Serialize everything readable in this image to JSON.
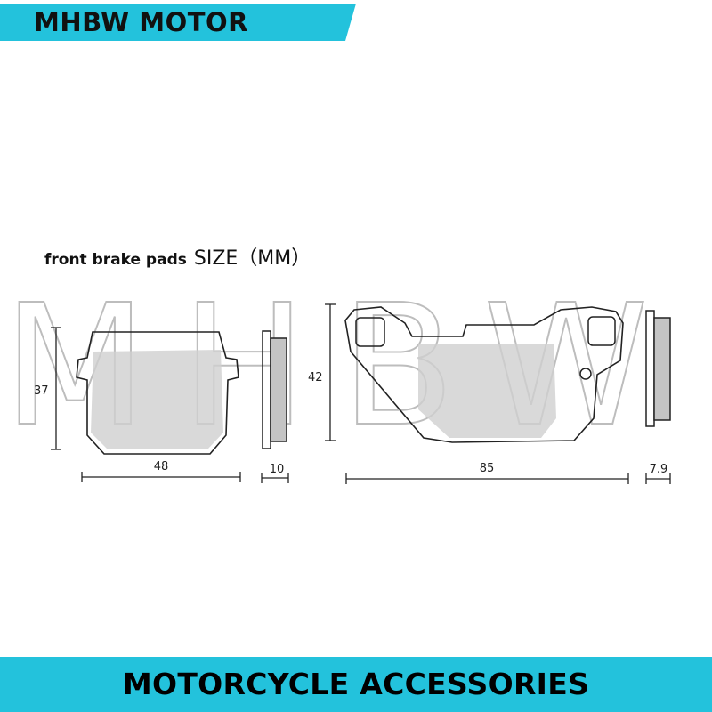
{
  "header": {
    "brand": "MHBW MOTOR"
  },
  "diagram": {
    "title": "front brake pads",
    "size_label": "SIZE（MM）",
    "watermark": "MHBW",
    "small_pad": {
      "height": "37",
      "width": "48",
      "thickness": "10"
    },
    "large_pad": {
      "height": "42",
      "width": "85",
      "thickness": "7.9"
    }
  },
  "footer": {
    "tagline": "MOTORCYCLE ACCESSORIES"
  },
  "colors": {
    "accent": "#23c2dc",
    "pad_fill": "#d0d0d0",
    "outline": "#222222"
  }
}
